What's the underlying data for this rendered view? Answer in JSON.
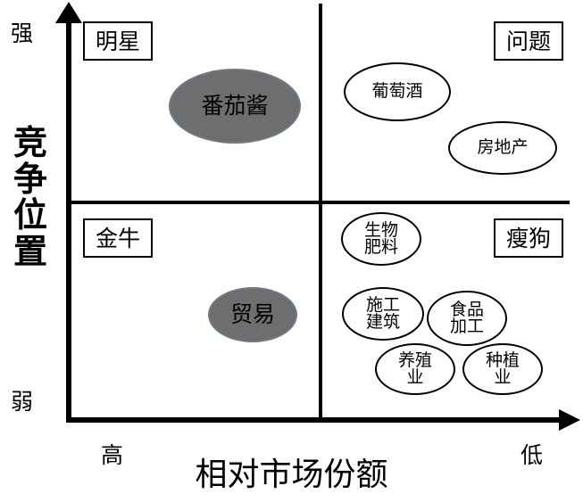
{
  "chart_data": {
    "type": "scatter",
    "title": "",
    "xlabel": "相对市场份额",
    "ylabel": "竞争位置",
    "x_axis_labels": {
      "left": "高",
      "right": "低"
    },
    "y_axis_labels": {
      "top": "强",
      "bottom": "弱"
    },
    "quadrants": [
      {
        "id": "star",
        "label": "明星",
        "position": "top-left"
      },
      {
        "id": "question",
        "label": "问题",
        "position": "top-right"
      },
      {
        "id": "cash-cow",
        "label": "金牛",
        "position": "bottom-left"
      },
      {
        "id": "dog",
        "label": "瘦狗",
        "position": "bottom-right"
      }
    ],
    "bubbles": [
      {
        "id": "ketchup",
        "label": "番茄酱",
        "lines": [
          "番茄酱"
        ],
        "quadrant": "star",
        "style": "filled"
      },
      {
        "id": "wine",
        "label": "葡萄酒",
        "lines": [
          "葡萄酒"
        ],
        "quadrant": "question",
        "style": "outline"
      },
      {
        "id": "real-estate",
        "label": "房地产",
        "lines": [
          "房地产"
        ],
        "quadrant": "question",
        "style": "outline"
      },
      {
        "id": "trade",
        "label": "贸易",
        "lines": [
          "贸易"
        ],
        "quadrant": "cash-cow",
        "style": "filled"
      },
      {
        "id": "bio-fertilizer",
        "label": "生物肥料",
        "lines": [
          "生物",
          "肥料"
        ],
        "quadrant": "dog",
        "style": "outline"
      },
      {
        "id": "construction",
        "label": "施工建筑",
        "lines": [
          "施工",
          "建筑"
        ],
        "quadrant": "dog",
        "style": "outline"
      },
      {
        "id": "food-processing",
        "label": "食品加工",
        "lines": [
          "食品",
          "加工"
        ],
        "quadrant": "dog",
        "style": "outline"
      },
      {
        "id": "breeding",
        "label": "养殖业",
        "lines": [
          "养殖",
          "业"
        ],
        "quadrant": "dog",
        "style": "outline"
      },
      {
        "id": "planting",
        "label": "种植业",
        "lines": [
          "种植",
          "业"
        ],
        "quadrant": "dog",
        "style": "outline"
      }
    ],
    "colors": {
      "axis": "#000000",
      "bubble_fill_highlight": "#6e6e6e",
      "bubble_border_highlight": "#6b7a89",
      "bubble_fill_default": "#ffffff",
      "bubble_border_default": "#000000",
      "background": "#ffffff"
    },
    "grid": false,
    "legend": "none"
  },
  "axis": {
    "y_title_chars": [
      "竞",
      "争",
      "位",
      "置"
    ],
    "y_title": "竞争位置",
    "x_title": "相对市场份额",
    "strong": "强",
    "weak": "弱",
    "high": "高",
    "low": "低"
  },
  "quadrant_labels": {
    "star": "明星",
    "question": "问题",
    "cash_cow": "金牛",
    "dog": "瘦狗"
  },
  "bubbles": {
    "ketchup": "番茄酱",
    "wine": "葡萄酒",
    "real_estate": "房地产",
    "trade": "贸易",
    "bio_fertilizer_l1": "生物",
    "bio_fertilizer_l2": "肥料",
    "construction_l1": "施工",
    "construction_l2": "建筑",
    "food_processing_l1": "食品",
    "food_processing_l2": "加工",
    "breeding_l1": "养殖",
    "breeding_l2": "业",
    "planting_l1": "种植",
    "planting_l2": "业"
  }
}
